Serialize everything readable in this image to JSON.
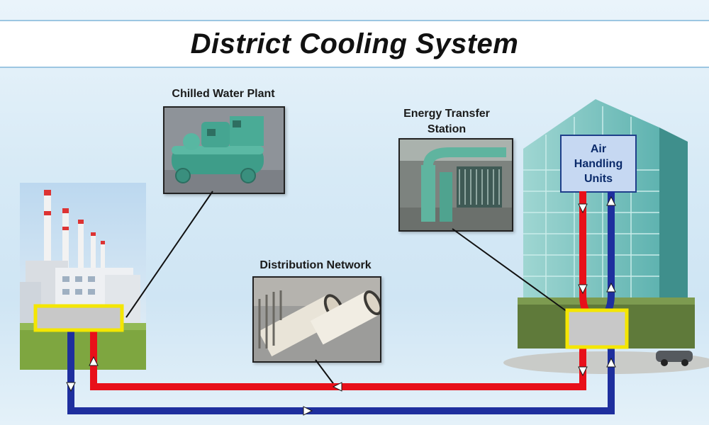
{
  "title": "District Cooling System",
  "labels": {
    "chilled_water_plant": "Chilled Water Plant",
    "energy_transfer_station_line1": "Energy Transfer",
    "energy_transfer_station_line2": "Station",
    "distribution_network": "Distribution Network",
    "ahu_line1": "Air",
    "ahu_line2": "Handling",
    "ahu_line3": "Units"
  },
  "colors": {
    "supply_pipe": "#e8101a",
    "return_pipe": "#1e2f9e",
    "highlight_frame": "#f4e600",
    "connector_line": "#111111"
  }
}
